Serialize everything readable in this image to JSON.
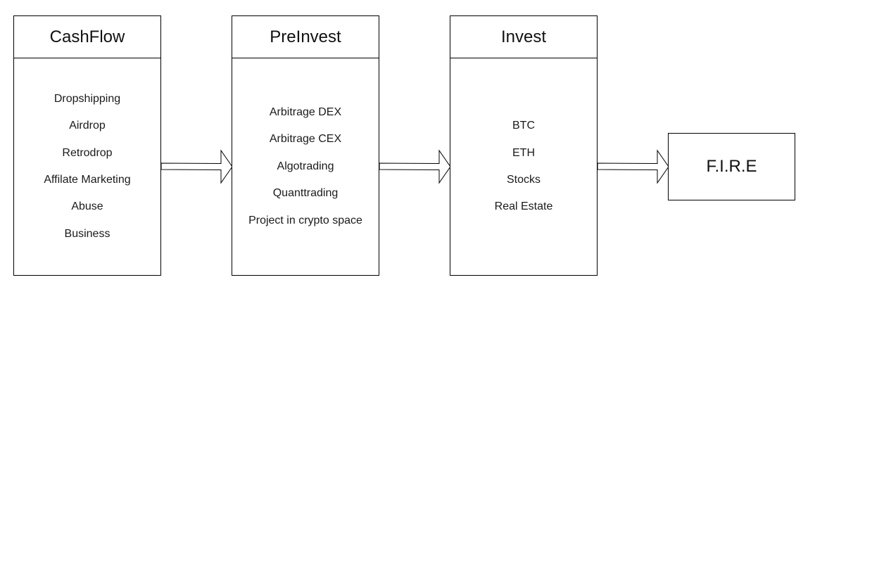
{
  "stages": [
    {
      "title": "CashFlow",
      "items": [
        "Dropshipping",
        "Airdrop",
        "Retrodrop",
        "Affilate Marketing",
        "Abuse",
        "Business"
      ]
    },
    {
      "title": "PreInvest",
      "items": [
        "Arbitrage DEX",
        "Arbitrage CEX",
        "Algotrading",
        "Quanttrading",
        "Project in crypto space"
      ]
    },
    {
      "title": "Invest",
      "items": [
        "BTC",
        "ETH",
        "Stocks",
        "Real Estate"
      ]
    }
  ],
  "goal": {
    "label": "F.I.R.E"
  },
  "colors": {
    "stroke": "#000000",
    "background": "#ffffff",
    "text": "#1a1a1a"
  },
  "icons": {
    "connector": "right-arrow-icon"
  }
}
